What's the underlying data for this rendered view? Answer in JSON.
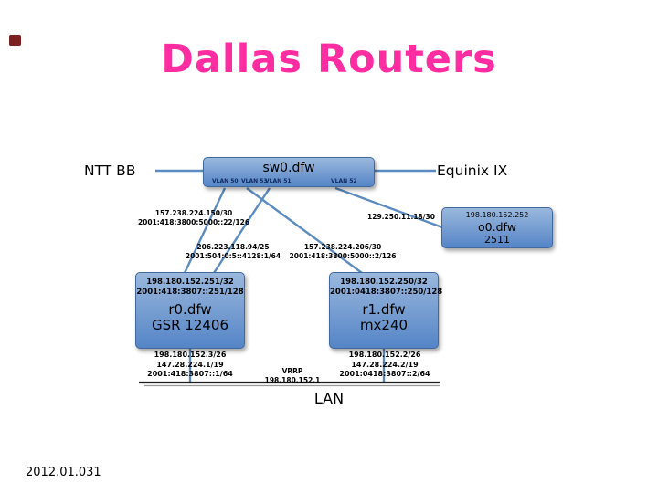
{
  "title": "Dallas Routers",
  "footer": "2012.01.031",
  "external": {
    "ntt_label": "NTT BB",
    "equinix_label": "Equinix IX"
  },
  "switch": {
    "name": "sw0.dfw",
    "vlans": [
      "VLAN 50",
      "VLAN 53",
      "VLAN 51",
      "VLAN 52"
    ]
  },
  "console": {
    "ip": "198.180.152.252",
    "name": "o0.dfw",
    "model": "2511"
  },
  "router0": {
    "ipv4": "198.180.152.251/32",
    "ipv6": "2001:418:3807::251/128",
    "name": "r0.dfw",
    "model": "GSR 12406",
    "lan": [
      "198.180.152.3/26",
      "147.28.224.1/19",
      "2001:418:3807::1/64"
    ]
  },
  "router1": {
    "ipv4": "198.180.152.250/32",
    "ipv6": "2001:0418:3807::250/128",
    "name": "r1.dfw",
    "model": "mx240",
    "lan": [
      "198.180.152.2/26",
      "147.28.224.2/19",
      "2001:0418:3807::2/64"
    ]
  },
  "links": {
    "ntt_r0": [
      "157.238.224.150/30",
      "2001:418:3800:5000::22/126"
    ],
    "ntt_o0": [
      "129.250.11.18/30"
    ],
    "equinix_r0": [
      "206.223.118.94/25",
      "2001:504:0:5::4128:1/64"
    ],
    "ntt_r1": [
      "157.238.224.206/30",
      "2001:418:3800:5000::2/126"
    ],
    "vrrp": "VRRP 198.180.152.1"
  },
  "lan": {
    "label": "LAN"
  },
  "colors": {
    "title": "#ff2da1",
    "node_top": "#9ab8dd",
    "node_bottom": "#5585c7",
    "link_line": "#5b8bbf",
    "marker": "#7a2020"
  }
}
